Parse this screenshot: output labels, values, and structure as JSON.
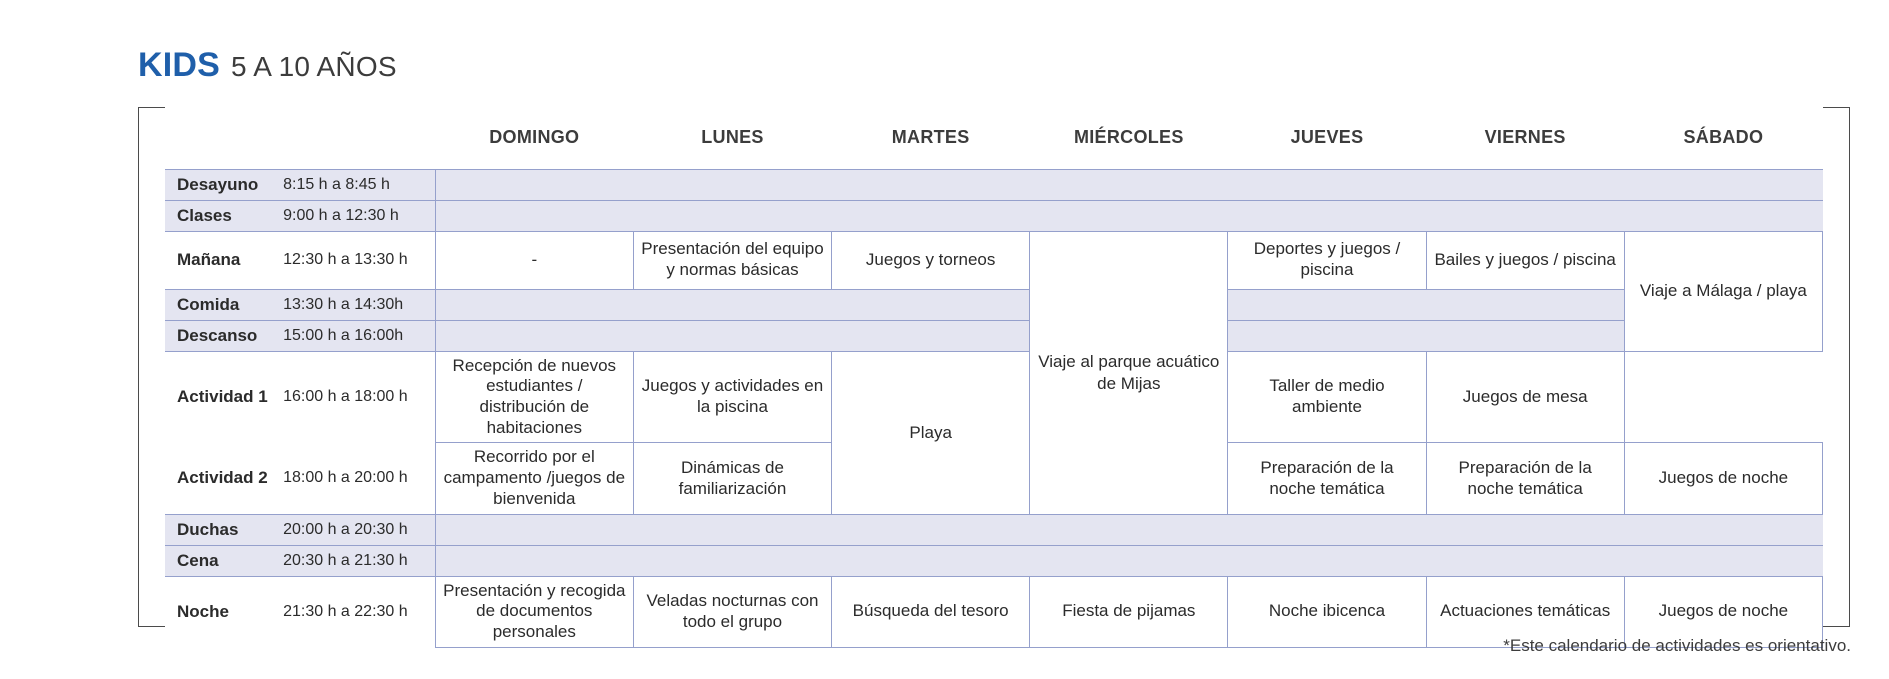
{
  "title": {
    "brand": "KIDS",
    "subtitle": "5 A 10 AÑOS"
  },
  "footnote": "*Este calendario de actividades es orientativo.",
  "colors": {
    "brand_blue": "#1f5faa",
    "band_fill": "#e4e5f1",
    "grid_line": "#95a0cc",
    "frame": "#4b4b4b",
    "text": "#2b2b2b"
  },
  "table": {
    "day_headers": [
      "DOMINGO",
      "LUNES",
      "MARTES",
      "MIÉRCOLES",
      "JUEVES",
      "VIERNES",
      "SÁBADO"
    ],
    "rows": [
      {
        "label": "Desayuno",
        "time": "8:15 h a 8:45 h",
        "type": "band"
      },
      {
        "label": "Clases",
        "time": "9:00 h a 12:30 h",
        "type": "band"
      },
      {
        "label": "Mañana",
        "time": "12:30 h a 13:30 h",
        "type": "open"
      },
      {
        "label": "Comida",
        "time": "13:30 h a 14:30h",
        "type": "band"
      },
      {
        "label": "Descanso",
        "time": "15:00 h a 16:00h",
        "type": "band"
      },
      {
        "label": "Actividad 1",
        "time": "16:00 h a 18:00 h",
        "type": "open"
      },
      {
        "label": "Actividad 2",
        "time": "18:00 h a 20:00 h",
        "type": "open"
      },
      {
        "label": "Duchas",
        "time": "20:00 h a 20:30 h",
        "type": "band"
      },
      {
        "label": "Cena",
        "time": "20:30 h a 21:30 h",
        "type": "band"
      },
      {
        "label": "Noche",
        "time": "21:30 h a 22:30 h",
        "type": "open"
      }
    ],
    "cells": {
      "manana_domingo": "-",
      "manana_lunes": "Presentación del equipo y normas básicas",
      "manana_martes": "Juegos y torneos",
      "manana_jueves": "Deportes y juegos / piscina",
      "manana_viernes": "Bailes y juegos / piscina",
      "miercoles_trip": "Viaje al parque acuático de Mijas",
      "sabado_trip": "Viaje a Málaga / playa",
      "act1_domingo": "Recepción de nuevos estudiantes / distribución de habitaciones",
      "act1_lunes": "Juegos y actividades en la piscina",
      "martes_playa": "Playa",
      "act1_jueves": "Taller de medio ambiente",
      "act1_viernes": "Juegos de mesa",
      "act2_domingo": "Recorrido por el  campamento /juegos de bienvenida",
      "act2_lunes": "Dinámicas de familiarización",
      "act2_jueves": "Preparación de la noche temática",
      "act2_viernes": "Preparación de la noche temática",
      "act2_sabado": "Juegos de noche",
      "noche_domingo": "Presentación y recogida de documentos personales",
      "noche_lunes": "Veladas nocturnas con todo el grupo",
      "noche_martes": "Búsqueda del tesoro",
      "noche_miercoles": "Fiesta de pijamas",
      "noche_jueves": "Noche ibicenca",
      "noche_viernes": "Actuaciones temáticas",
      "noche_sabado": "Juegos de noche"
    }
  }
}
